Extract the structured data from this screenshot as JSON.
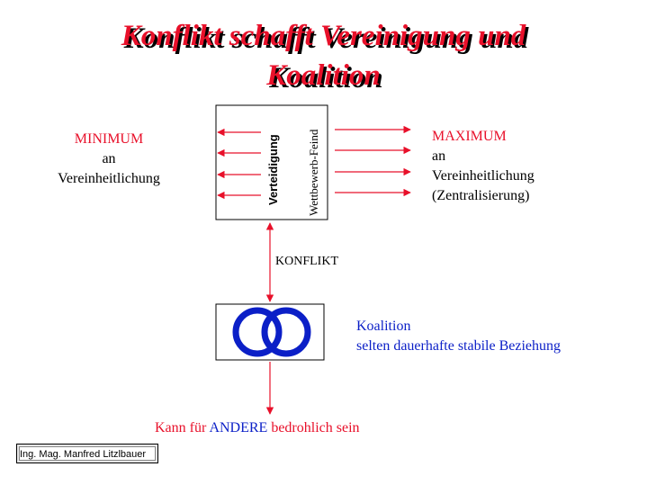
{
  "title": {
    "line1": "Konflikt schafft Vereinigung und",
    "line2": "Koalition"
  },
  "left_label": {
    "line1": "MINIMUM",
    "line2": "an",
    "line3": "Vereinheitlichung"
  },
  "right_label": {
    "line1": "MAXIMUM",
    "line2": "an",
    "line3": "Vereinheitlichung",
    "line4": "(Zentralisierung)"
  },
  "box": {
    "label1": "Verteidigung",
    "label2": "Wettbewerb-Feind"
  },
  "conflict_label": "KONFLIKT",
  "coalition": {
    "line1": "Koalition",
    "line2": "selten dauerhafte stabile Beziehung"
  },
  "bottom_text": {
    "part1": "Kann für ",
    "part2": "ANDERE",
    "part3": " bedrohlich sein"
  },
  "author": "Ing. Mag. Manfred Litzlbauer",
  "colors": {
    "title": "#e8102a",
    "arrow": "#e8102a",
    "blue": "#0b1fc7"
  }
}
